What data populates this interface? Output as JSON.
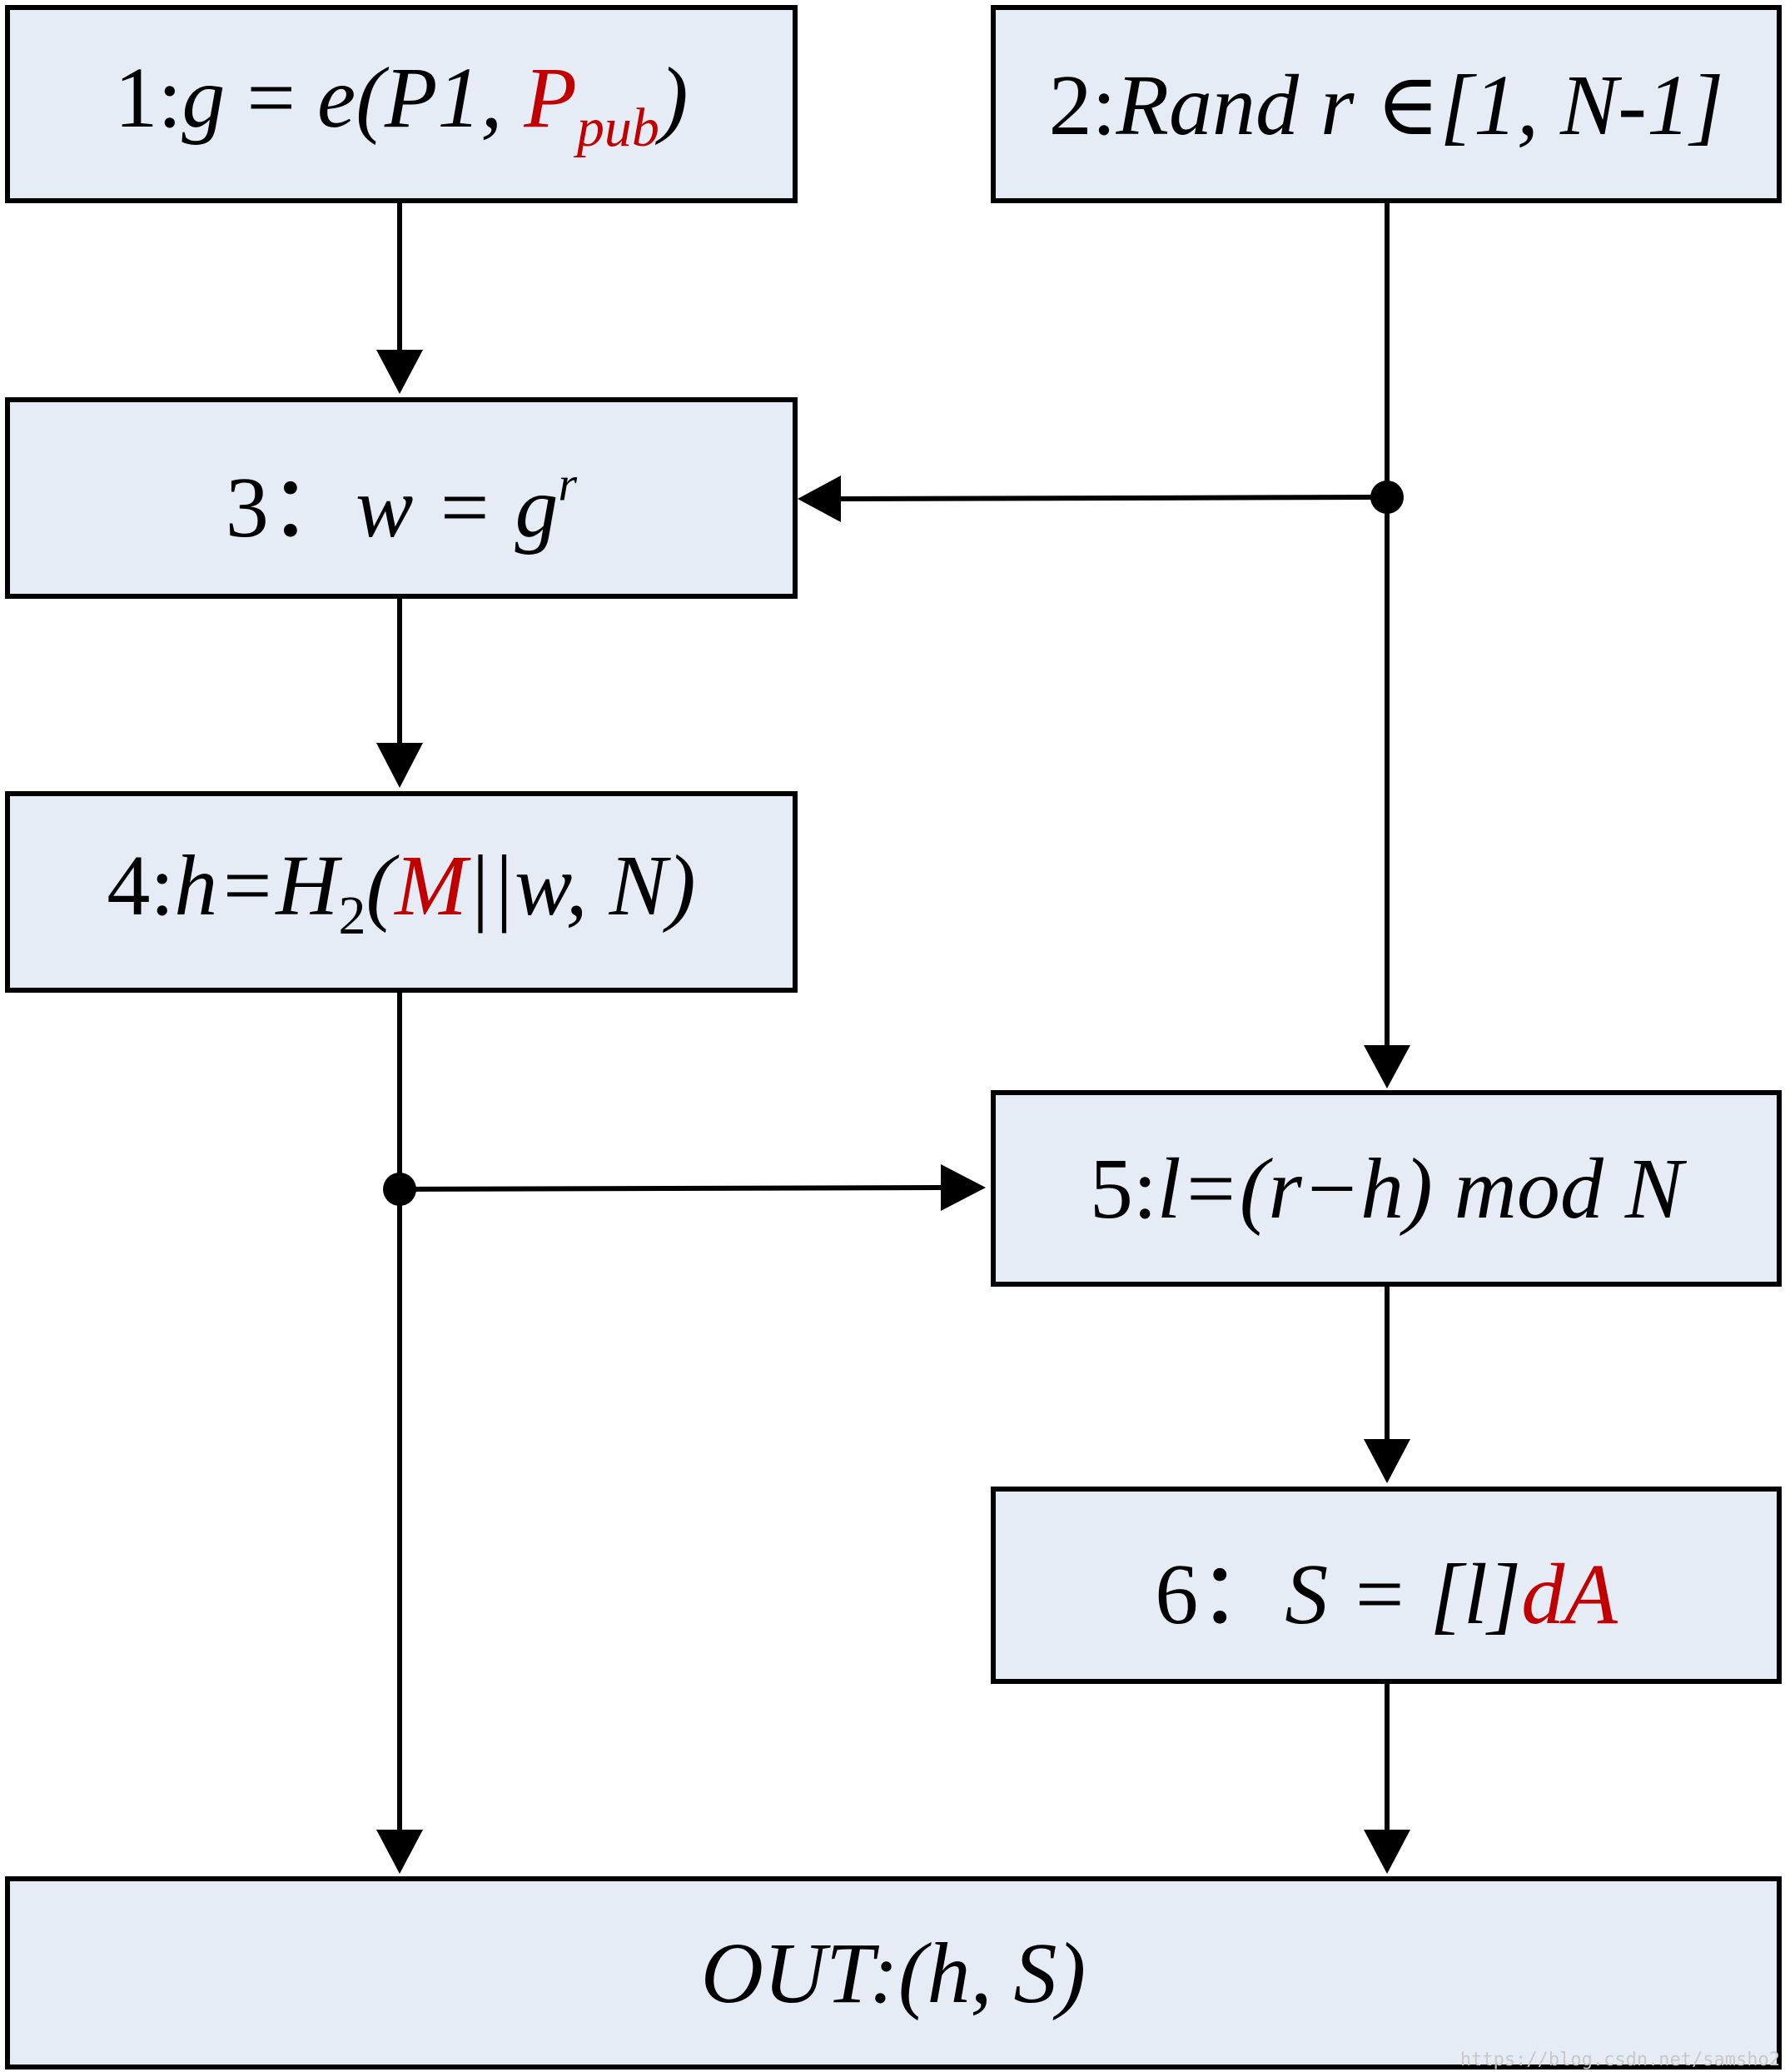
{
  "colors": {
    "box_fill": "#e6ecf6",
    "border": "#000000",
    "highlight": "#c00000"
  },
  "steps": {
    "s1": {
      "prefix": "1:",
      "lhs": "g",
      "eq": " = ",
      "fn": "e(P1, ",
      "p": "P",
      "p_sub": "pub",
      "close": ")"
    },
    "s2": {
      "prefix": "2:",
      "expr": "Rand r ∈[1, N-1]"
    },
    "s3": {
      "prefix": "3：",
      "lhs": "w = g",
      "sup": "r"
    },
    "s4": {
      "prefix": "4:",
      "a": "h=H",
      "sub": "2",
      "b": "(",
      "m": "M",
      "c": "||w, N)"
    },
    "s5": {
      "prefix": "5:",
      "expr": "l=(r−h) mod N"
    },
    "s6": {
      "prefix": "6：",
      "a": "S = [l]",
      "da": "dA"
    },
    "out": {
      "expr": "OUT:(h, S)"
    }
  },
  "watermark": "https://blog.csdn.net/samsho2"
}
